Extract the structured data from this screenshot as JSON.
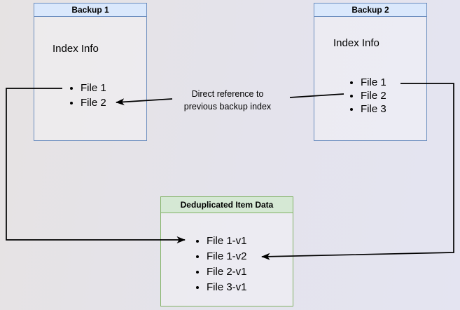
{
  "diagram": {
    "backup1": {
      "title": "Backup 1",
      "section_label": "Index Info",
      "items": [
        "File 1",
        "File 2"
      ],
      "header_fill": "#dae8fc",
      "border_color": "#6c8ebf"
    },
    "backup2": {
      "title": "Backup 2",
      "section_label": "Index Info",
      "items": [
        "File 1",
        "File 2",
        "File 3"
      ],
      "header_fill": "#dae8fc",
      "border_color": "#6c8ebf"
    },
    "dedup": {
      "title": "Deduplicated Item Data",
      "items": [
        "File 1-v1",
        "File 1-v2",
        "File 2-v1",
        "File 3-v1"
      ],
      "header_fill": "#d5e8d4",
      "border_color": "#82b366"
    },
    "annotation": {
      "line1": "Direct reference to",
      "line2": "previous backup index"
    },
    "colors": {
      "edge_line": "#000000",
      "background_left": "#e6e3e3",
      "background_right": "#e4e4f1"
    }
  }
}
